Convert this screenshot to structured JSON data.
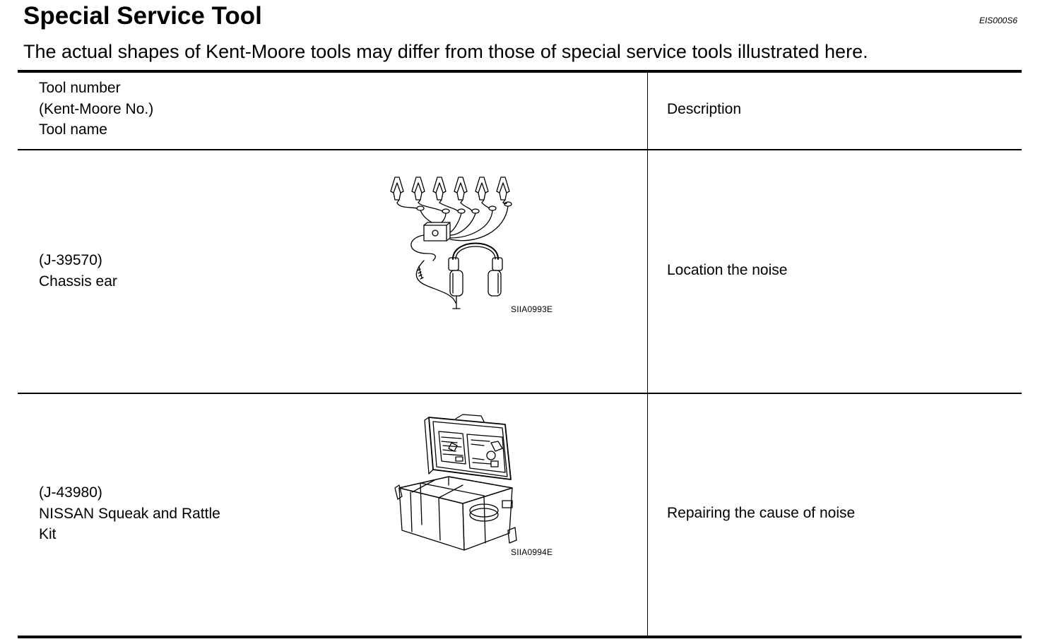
{
  "page": {
    "title": "Special Service Tool",
    "ref_code": "EIS000S6",
    "subtitle": "The actual shapes of Kent-Moore tools may differ from those of special service tools illustrated here."
  },
  "table": {
    "header": {
      "col1_lines": [
        "Tool number",
        "(Kent-Moore No.)",
        "Tool name"
      ],
      "col2": "Description"
    },
    "rows": [
      {
        "tool_lines": [
          "(J-39570)",
          "Chassis ear"
        ],
        "image_code": "SIIA0993E",
        "image_icon": "chassis-ear-illustration",
        "description": "Location the noise"
      },
      {
        "tool_lines": [
          "(J-43980)",
          "NISSAN Squeak and Rattle",
          "Kit"
        ],
        "image_code": "SIIA0994E",
        "image_icon": "squeak-rattle-kit-case-illustration",
        "description": "Repairing the cause of noise"
      }
    ]
  }
}
